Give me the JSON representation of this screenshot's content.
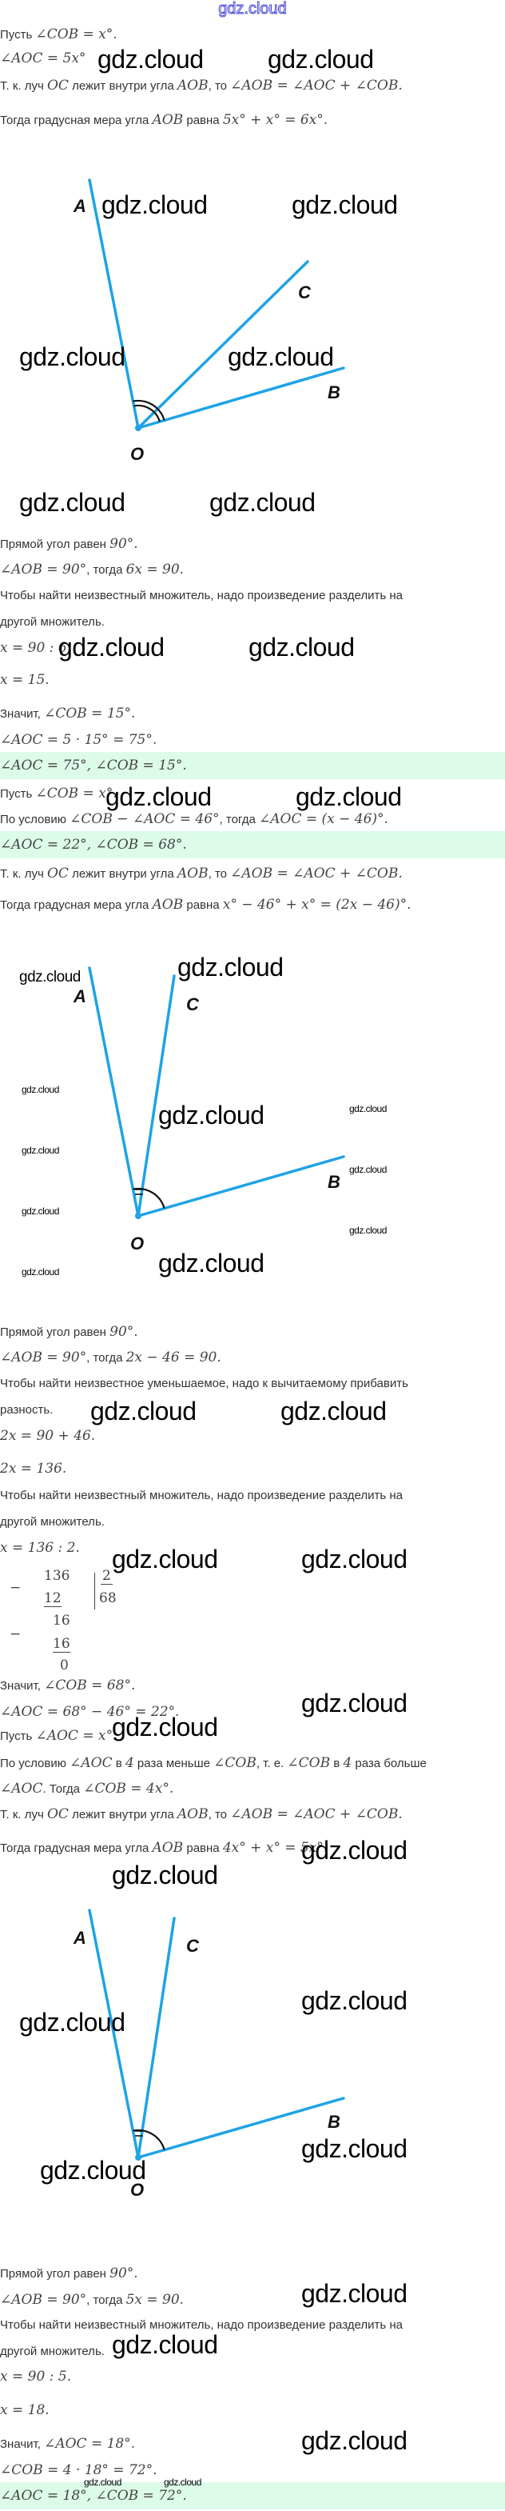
{
  "logo": "gdz.cloud",
  "watermark": "gdz.cloud",
  "colors": {
    "ray": "#1ea3e6",
    "answer_band": "#dcfbe9",
    "logo": "#4646d8"
  },
  "lines": [
    {
      "parts": [
        {
          "t": "Пусть "
        },
        {
          "m": "∠COB = x°."
        }
      ]
    },
    {
      "parts": [
        {
          "m": "∠AOC = 5x°"
        }
      ]
    },
    {
      "parts": [
        {
          "t": "Т. к. луч "
        },
        {
          "m": "OC"
        },
        {
          "t": " лежит внутри угла "
        },
        {
          "m": "AOB"
        },
        {
          "t": ", то "
        },
        {
          "m": "∠AOB = ∠AOC + ∠COB."
        }
      ]
    },
    {
      "parts": [
        {
          "t": "Тогда градусная мера угла "
        },
        {
          "m": "AOB"
        },
        {
          "t": " равна "
        },
        {
          "m": "5x° + x° = 6x°."
        }
      ]
    },
    {
      "parts": [
        {
          "t": "Прямой угол равен "
        },
        {
          "m": "90°."
        }
      ]
    },
    {
      "parts": [
        {
          "m": "∠AOB = 90°"
        },
        {
          "t": ", тогда "
        },
        {
          "m": "6x = 90."
        }
      ]
    },
    {
      "parts": [
        {
          "t": "Чтобы найти неизвестный множитель, надо произведение разделить на"
        }
      ]
    },
    {
      "parts": [
        {
          "t": "другой множитель."
        }
      ]
    },
    {
      "parts": [
        {
          "m": "x = 90 : 6."
        }
      ]
    },
    {
      "parts": [
        {
          "m": "x = 15."
        }
      ]
    },
    {
      "parts": [
        {
          "t": "Значит, "
        },
        {
          "m": "∠COB = 15°."
        }
      ]
    },
    {
      "parts": [
        {
          "m": "∠AOC = 5 · 15° = 75°."
        }
      ]
    },
    {
      "parts": [
        {
          "m": "∠AOC = 75°, ∠COB = 15°."
        }
      ],
      "answer": true
    },
    {
      "parts": [
        {
          "t": "Пусть "
        },
        {
          "m": "∠COB = x°."
        }
      ]
    },
    {
      "parts": [
        {
          "t": "По условию "
        },
        {
          "m": "∠COB − ∠AOC = 46°"
        },
        {
          "t": ", тогда "
        },
        {
          "m": "∠AOC = (x − 46)°."
        }
      ]
    },
    {
      "parts": [
        {
          "m": "∠AOC = 22°, ∠COB = 68°."
        }
      ],
      "answer": true
    },
    {
      "parts": [
        {
          "t": "Т. к. луч "
        },
        {
          "m": "OC"
        },
        {
          "t": " лежит внутри угла "
        },
        {
          "m": "AOB"
        },
        {
          "t": ", то "
        },
        {
          "m": "∠AOB = ∠AOC + ∠COB."
        }
      ]
    },
    {
      "parts": [
        {
          "t": "Тогда градусная мера угла "
        },
        {
          "m": "AOB"
        },
        {
          "t": " равна "
        },
        {
          "m": "x° − 46° + x° = (2x − 46)°."
        }
      ]
    },
    {
      "parts": [
        {
          "t": "Прямой угол равен "
        },
        {
          "m": "90°."
        }
      ]
    },
    {
      "parts": [
        {
          "m": "∠AOB = 90°"
        },
        {
          "t": ", тогда "
        },
        {
          "m": "2x − 46 = 90."
        }
      ]
    },
    {
      "parts": [
        {
          "t": "Чтобы найти неизвестное уменьшаемое, надо к вычитаемому прибавить"
        }
      ]
    },
    {
      "parts": [
        {
          "t": "разность."
        }
      ]
    },
    {
      "parts": [
        {
          "m": "2x = 90 + 46."
        }
      ]
    },
    {
      "parts": [
        {
          "m": "2x = 136."
        }
      ]
    },
    {
      "parts": [
        {
          "t": "Чтобы найти неизвестный множитель, надо произведение разделить на"
        }
      ]
    },
    {
      "parts": [
        {
          "t": "другой множитель."
        }
      ]
    },
    {
      "parts": [
        {
          "m": "x = 136 : 2."
        }
      ]
    },
    {
      "parts": [
        {
          "t": "Значит, "
        },
        {
          "m": "∠COB = 68°."
        }
      ]
    },
    {
      "parts": [
        {
          "m": "∠AOC = 68° − 46° = 22°."
        }
      ]
    },
    {
      "parts": [
        {
          "t": "Пусть "
        },
        {
          "m": "∠AOC = x°."
        }
      ]
    },
    {
      "parts": [
        {
          "t": "По условию "
        },
        {
          "m": "∠AOC"
        },
        {
          "t": " в "
        },
        {
          "m": "4"
        },
        {
          "t": " раза меньше "
        },
        {
          "m": "∠COB"
        },
        {
          "t": ", т. е. "
        },
        {
          "m": "∠COB"
        },
        {
          "t": " в "
        },
        {
          "m": "4"
        },
        {
          "t": " раза больше"
        }
      ]
    },
    {
      "parts": [
        {
          "m": "∠AOC"
        },
        {
          "t": ". Тогда "
        },
        {
          "m": "∠COB = 4x°."
        }
      ]
    },
    {
      "parts": [
        {
          "t": "Т. к. луч "
        },
        {
          "m": "OC"
        },
        {
          "t": " лежит внутри угла "
        },
        {
          "m": "AOB"
        },
        {
          "t": ", то "
        },
        {
          "m": "∠AOB = ∠AOC + ∠COB."
        }
      ]
    },
    {
      "parts": [
        {
          "t": "Тогда градусная мера угла "
        },
        {
          "m": "AOB"
        },
        {
          "t": " равна "
        },
        {
          "m": "4x° + x° = 5x°."
        }
      ]
    },
    {
      "parts": [
        {
          "t": "Прямой угол равен "
        },
        {
          "m": "90°."
        }
      ]
    },
    {
      "parts": [
        {
          "m": "∠AOB = 90°"
        },
        {
          "t": ", тогда "
        },
        {
          "m": "5x = 90."
        }
      ]
    },
    {
      "parts": [
        {
          "t": "Чтобы найти неизвестный множитель, надо произведение разделить на"
        }
      ]
    },
    {
      "parts": [
        {
          "t": "другой множитель."
        }
      ]
    },
    {
      "parts": [
        {
          "m": "x = 90 : 5."
        }
      ]
    },
    {
      "parts": [
        {
          "m": "x = 18."
        }
      ]
    },
    {
      "parts": [
        {
          "t": "Значит, "
        },
        {
          "m": "∠AOC = 18°."
        }
      ]
    },
    {
      "parts": [
        {
          "m": "∠COB = 4 · 18° = 72°."
        }
      ]
    },
    {
      "parts": [
        {
          "m": "∠AOC = 18°, ∠COB = 72°."
        }
      ],
      "answer": true
    }
  ],
  "long_division": {
    "minus1": "−",
    "dividend": "136",
    "sub1": "12",
    "rem1": "16",
    "minus2": "−",
    "sub2": "16",
    "rem2": "0",
    "divisor": "2",
    "quotient": "68"
  },
  "diagrams": [
    {
      "labels": {
        "A": "A",
        "B": "B",
        "C": "C",
        "O": "O"
      }
    },
    {
      "labels": {
        "A": "A",
        "B": "B",
        "C": "C",
        "O": "O"
      }
    },
    {
      "labels": {
        "A": "A",
        "B": "B",
        "C": "C",
        "O": "O"
      }
    }
  ]
}
